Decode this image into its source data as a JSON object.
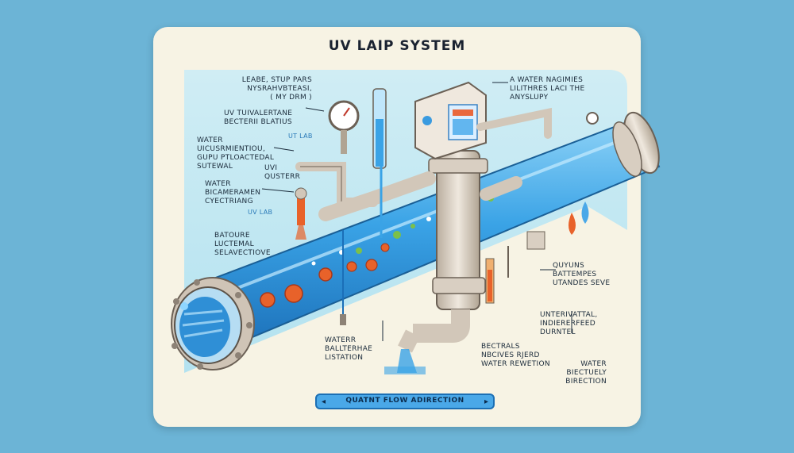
{
  "title": "UV LAIP SYSTEM",
  "labels": {
    "top_left": "LEABE, STUP PARS\nNYSRAHVBTEASI,\n( MY DRM )",
    "uv_bacteria": "UV TUIVALERTANE\nBECTERII BLATIUS",
    "ut_label": "UT LAB",
    "water_1": "WATER\nUICUSRMIENTIOU,\nGUPU PTLOACTEDAL\nSUTEWAL",
    "uv_quster": "UVI\nQUSTERR",
    "water_2": "WATER\nBICAMERAMEN\nCYECTRIANG",
    "uv_lab_small": "UV LAB",
    "batoure": "BATOURE\nLUCTEMAL\nSELAVECTIOVE",
    "top_right": "A WATER NAGIMIES\nLILITHRES LACI THE\nANYSLUPY",
    "quyuns": "QUYUNS\nBATTEMPES\nUTANDES SEVE",
    "untervattal": "UNTERIVATTAL,\nINDIERERFEED\nDURNTEL",
    "waterr": "WATERR\nBALLTERHAE\nLISTATION",
    "bectrals": "BECTRALS\nNBCIVES RJERD\nWATER REWETION",
    "water_dir": "WATER\nBIECTUELY\nBIRECTION"
  },
  "flow": {
    "label": "QUATNT FLOW ADIRECTION",
    "left_arrow": "◂",
    "right_arrow": "▸"
  },
  "colors": {
    "background": "#6cb4d6",
    "card": "#f7f3e4",
    "pipe_blue": "#3b9fe0",
    "pipe_fitting": "#d9cfc2",
    "bacteria": "#e8622a",
    "accent": "#1c6fb4"
  }
}
